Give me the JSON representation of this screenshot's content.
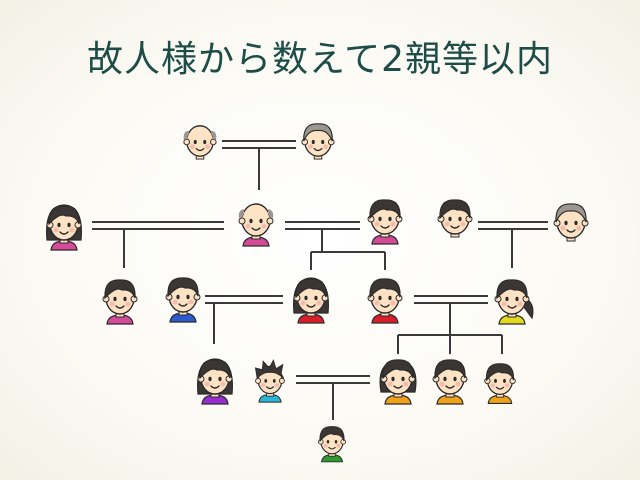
{
  "title": "故人様から数えて2親等以内",
  "colors": {
    "title": "#1d4d46",
    "line": "#3a3a3a",
    "skin": "#fde2c4",
    "outline": "#2b2b2b",
    "hair_dark": "#3b3633",
    "hair_gray": "#9c9791",
    "shirt_pink": "#d64a9a",
    "shirt_blue": "#2a5bd0",
    "shirt_red": "#d91e2a",
    "shirt_yellow": "#e3dc1e",
    "shirt_purple": "#9a2bd0",
    "shirt_cyan": "#2ab5d5",
    "shirt_orange": "#f0a21a",
    "shirt_green": "#2f9a2f"
  },
  "people": [
    {
      "id": "gg-grandfather",
      "hair": "bald",
      "shirt": "none"
    },
    {
      "id": "gg-grandmother",
      "hair": "gray",
      "shirt": "none"
    },
    {
      "id": "aunt-left",
      "hair": "long-dark",
      "shirt": "pink"
    },
    {
      "id": "grandfather",
      "hair": "bald",
      "shirt": "pink"
    },
    {
      "id": "grandmother",
      "hair": "dark",
      "shirt": "pink"
    },
    {
      "id": "grandfather-2",
      "hair": "dark",
      "shirt": "none"
    },
    {
      "id": "grandmother-2",
      "hair": "gray",
      "shirt": "none"
    },
    {
      "id": "cousin-pink",
      "hair": "dark",
      "shirt": "pink"
    },
    {
      "id": "cousin-blue",
      "hair": "dark",
      "shirt": "blue"
    },
    {
      "id": "parent-female",
      "hair": "long-dark",
      "shirt": "red"
    },
    {
      "id": "parent-male",
      "hair": "dark",
      "shirt": "red"
    },
    {
      "id": "mother-in-law",
      "hair": "ponytail",
      "shirt": "yellow"
    },
    {
      "id": "sibling-purple",
      "hair": "long-dark",
      "shirt": "purple"
    },
    {
      "id": "sibling-cyan",
      "hair": "spiky",
      "shirt": "cyan"
    },
    {
      "id": "sibling-orange-1",
      "hair": "curly",
      "shirt": "orange"
    },
    {
      "id": "sibling-orange-2",
      "hair": "dark",
      "shirt": "orange"
    },
    {
      "id": "sibling-orange-3",
      "hair": "dark",
      "shirt": "orange"
    },
    {
      "id": "grandchild",
      "hair": "dark",
      "shirt": "green"
    }
  ]
}
